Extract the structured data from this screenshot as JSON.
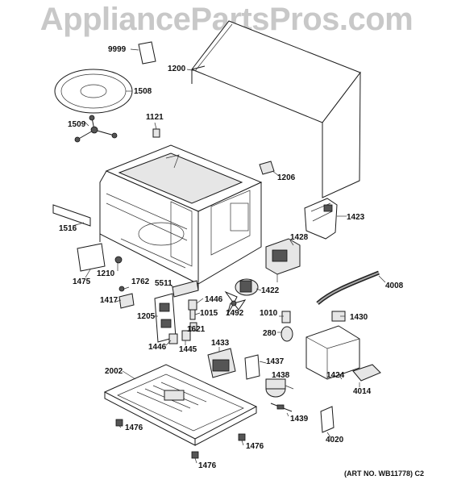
{
  "watermark": "AppliancePartsPros.com",
  "art_number": "(ART NO. WB11778)  C2",
  "part_labels": {
    "p9999": "9999",
    "p1200": "1200",
    "p1508": "1508",
    "p1509": "1509",
    "p1121": "1121",
    "p1206": "1206",
    "p1423": "1423",
    "p1516": "1516",
    "p1428": "1428",
    "p1475": "1475",
    "p1210": "1210",
    "p4008": "4008",
    "p1762": "1762",
    "p5511": "5511",
    "p1446a": "1446",
    "p1422": "1422",
    "p1417": "1417",
    "p1015": "1015",
    "p1492": "1492",
    "p1010": "1010",
    "p1430": "1430",
    "p1205": "1205",
    "p1621": "1621",
    "p280": "280",
    "p1446b": "1446",
    "p1445": "1445",
    "p1433": "1433",
    "p1437": "1437",
    "p2002": "2002",
    "p1424": "1424",
    "p1438": "1438",
    "p4014": "4014",
    "p1476a": "1476",
    "p1439": "1439",
    "p1476b": "1476",
    "p4020": "4020",
    "p1476c": "1476"
  }
}
